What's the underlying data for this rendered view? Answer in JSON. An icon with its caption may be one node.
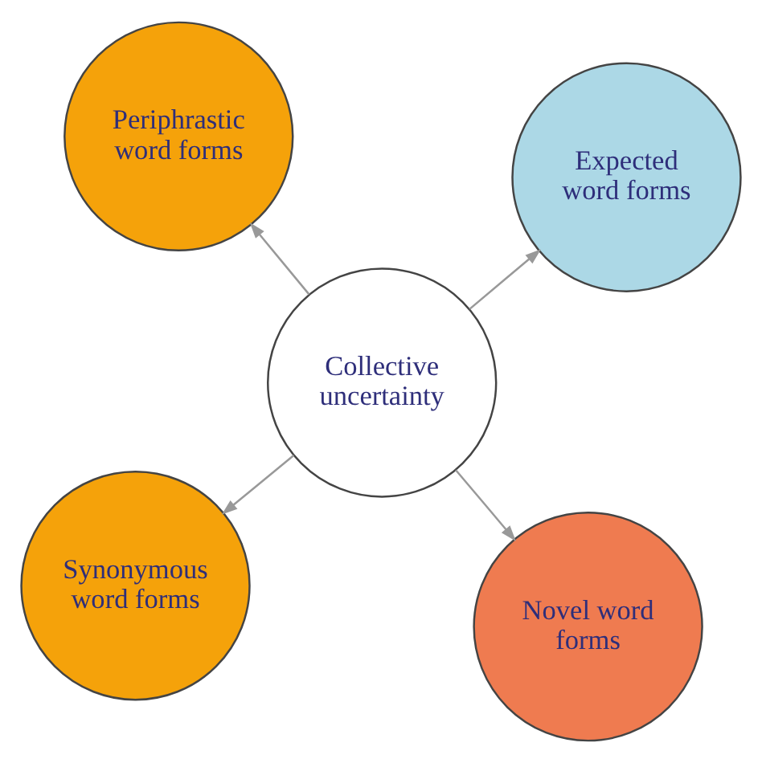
{
  "diagram": {
    "nodes": [
      {
        "text": [
          "Synonymous word forms"
        ]
      },
      {
        "text": [
          "Novel word forms"
        ]
      },
      {
        "text": [
          "Collective uncertainty"
        ]
      },
      {
        "text": [
          "Periphrastic word forms"
        ]
      },
      {
        "text": [
          "Expected word forms"
        ]
      }
    ],
    "edges": [
      {
        "from": 2,
        "to": 0,
        "arrow": "to"
      },
      {
        "from": 2,
        "to": 1,
        "arrow": "to"
      },
      {
        "from": 2,
        "to": 3,
        "arrow": "to"
      },
      {
        "from": 2,
        "to": 4,
        "arrow": "to"
      }
    ]
  }
}
